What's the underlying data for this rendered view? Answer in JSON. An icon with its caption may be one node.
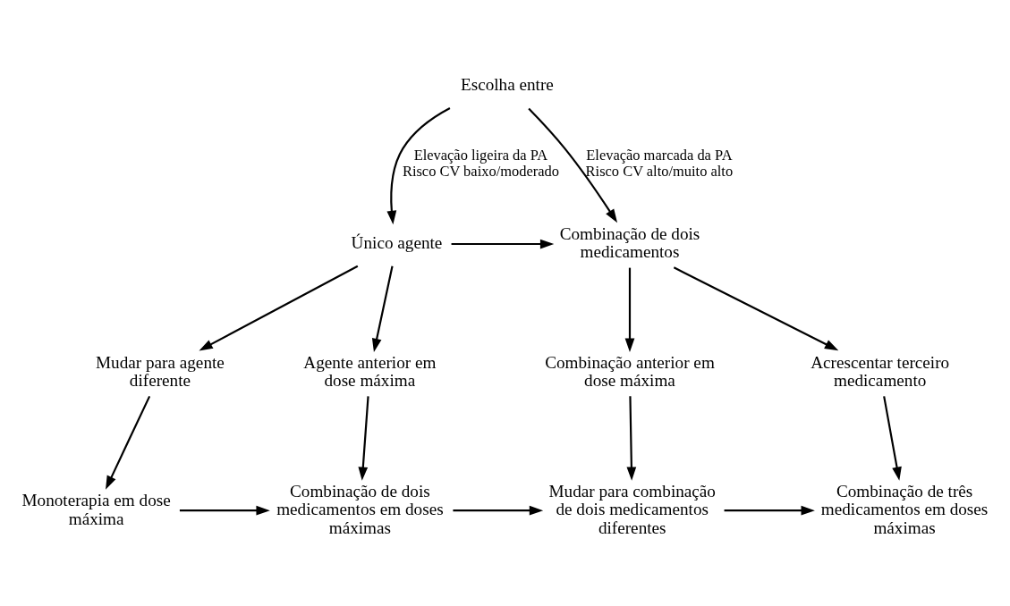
{
  "diagram": {
    "nodes": [
      {
        "text": [
          "Escolha entre"
        ]
      },
      {
        "text": [
          "Único agente"
        ]
      },
      {
        "text": [
          "Combinação de dois medicamentos"
        ]
      },
      {
        "text": [
          "Mudar para agente diferente"
        ]
      },
      {
        "text": [
          "Agente anterior em dose máxima"
        ]
      },
      {
        "text": [
          "Combinação anterior em dose máxima"
        ]
      },
      {
        "text": [
          "Acrescentar terceiro medicamento"
        ]
      },
      {
        "text": [
          "Monoterapia em dose máxima"
        ]
      },
      {
        "text": [
          "Combinação de dois medicamentos em doses máximas"
        ]
      },
      {
        "text": [
          "Mudar para combinação de dois medicamentos diferentes"
        ]
      },
      {
        "text": [
          "Combinação de três medicamentos em doses máximas"
        ]
      }
    ],
    "edges": [
      {
        "from": 0,
        "to": 1,
        "arrow": "to",
        "label": "Elevação ligeira da PA Risco CV baixo/moderado"
      },
      {
        "from": 0,
        "to": 2,
        "arrow": "to",
        "label": "Elevação marcada da PA Risco CV alto/muito alto"
      },
      {
        "from": 1,
        "to": 2,
        "arrow": "to"
      },
      {
        "from": 1,
        "to": 3,
        "arrow": "to"
      },
      {
        "from": 1,
        "to": 4,
        "arrow": "to"
      },
      {
        "from": 2,
        "to": 5,
        "arrow": "to"
      },
      {
        "from": 2,
        "to": 6,
        "arrow": "to"
      },
      {
        "from": 3,
        "to": 7,
        "arrow": "to"
      },
      {
        "from": 4,
        "to": 8,
        "arrow": "to"
      },
      {
        "from": 5,
        "to": 9,
        "arrow": "to"
      },
      {
        "from": 6,
        "to": 10,
        "arrow": "to"
      },
      {
        "from": 7,
        "to": 8,
        "arrow": "to"
      },
      {
        "from": 8,
        "to": 9,
        "arrow": "to"
      },
      {
        "from": 9,
        "to": 10,
        "arrow": "to"
      }
    ]
  }
}
